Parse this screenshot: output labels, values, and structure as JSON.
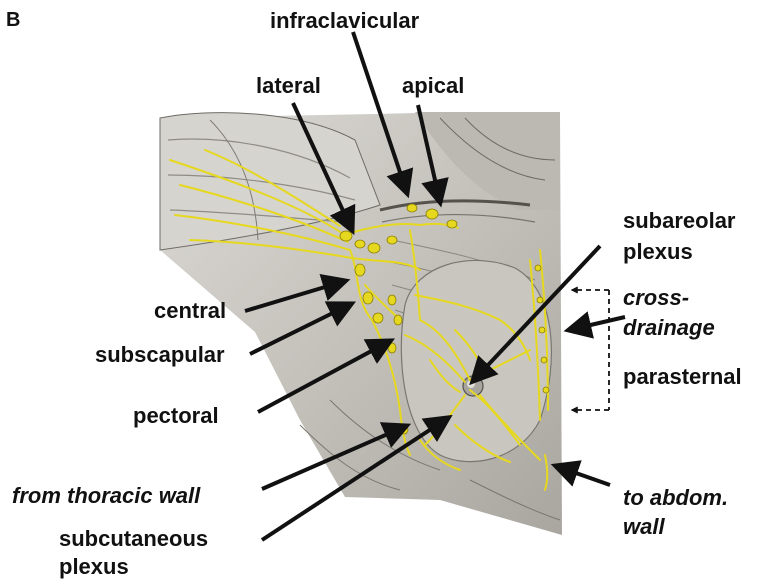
{
  "panel_letter": "B",
  "labels": {
    "infraclavicular": "infraclavicular",
    "lateral": "lateral",
    "apical": "apical",
    "subareolar_1": "subareolar",
    "subareolar_2": "plexus",
    "cross_1": "cross-",
    "cross_2": "drainage",
    "central": "central",
    "subscapular": "subscapular",
    "parasternal": "parasternal",
    "pectoral": "pectoral",
    "thoracic": "from thoracic wall",
    "subcut_1": "subcutaneous",
    "subcut_2": "plexus",
    "abdom_1": "to abdom.",
    "abdom_2": "wall"
  },
  "colors": {
    "lymph": "#e6d81e",
    "arrow": "#111111",
    "illustration_bg": "#cfcdc8",
    "shade_dark": "#8f8c86",
    "shade_light": "#e4e2dd"
  }
}
